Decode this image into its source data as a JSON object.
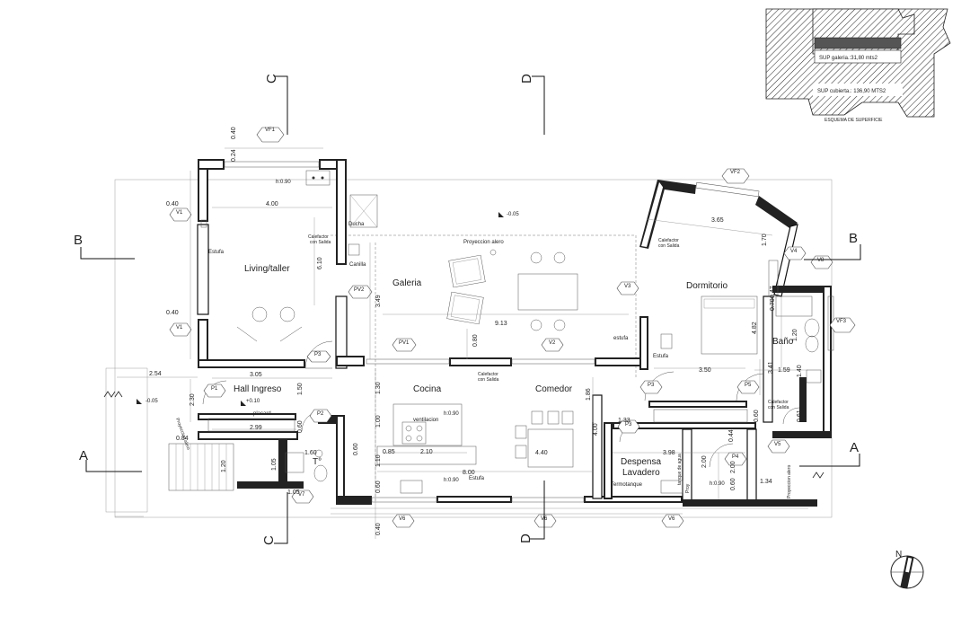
{
  "rooms": {
    "living": "Living/taller",
    "hall": "Hall Ingreso",
    "galeria": "Galeria",
    "cocina": "Cocina",
    "comedor": "Comedor",
    "dormitorio": "Dormitorio",
    "bano": "Baño",
    "despensa": "Despensa",
    "lavadero": "Lavadero"
  },
  "labels": {
    "estufa": "Estufa",
    "estufa_lc": "estufa",
    "ducha": "Ducha",
    "canilla": "Canilla",
    "calefactor": "Calefactor",
    "con_salida": "con Salida",
    "proyeccion_alero": "Proyeccion alero",
    "placard": "placard",
    "ventilacion": "ventilacion",
    "termotanque": "Termotanque",
    "tanque_agua": "tanque de agua",
    "proy": "Proy",
    "proyeccion_alero_v": "Proyeccion alero",
    "proyeccion_alero_v2": "Proyeccion alero",
    "t_degree": "T°",
    "h090_a": "h:0.90",
    "h090_b": "h:0.90",
    "h090_c": "h:0.90",
    "h090_d": "h:0.90",
    "level_a": "+0.10",
    "level_b": "-0.05",
    "level_c": "-0.05"
  },
  "sections": {
    "c_top": "C",
    "c_bottom": "C",
    "d_top": "D",
    "d_bottom": "D",
    "b_left": "B",
    "b_right": "B",
    "a_left": "A",
    "a_right": "A"
  },
  "openings": {
    "vf1": "VF1",
    "vf2": "VF2",
    "vf3": "VF3",
    "v1a": "V1",
    "v1b": "V1",
    "v2": "V2",
    "v3": "V3",
    "v4": "V4",
    "v5": "V5",
    "v6a": "V6",
    "v6b": "V6",
    "v6c": "V6",
    "v7": "V7",
    "v8": "V8",
    "pv1": "PV1",
    "pv2": "PV2",
    "p1": "P1",
    "p2": "P2",
    "p3a": "P3",
    "p3b": "P3",
    "p3c": "P3",
    "p4": "P4",
    "p5": "P5"
  },
  "dimensions": {
    "d040a": "0.40",
    "d024": "0.24",
    "d400": "4.00",
    "d040b": "0.40",
    "d610": "6.10",
    "d040c": "0.40",
    "d254": "2.54",
    "d305": "3.05",
    "d230": "2.30",
    "d150": "1.50",
    "d084": "0.84",
    "d299": "2.99",
    "d060a": "0.60",
    "d120": "1.20",
    "d105a": "1.05",
    "d160": "1.60",
    "d105b": "1.05",
    "d349": "3.49",
    "d913": "9.13",
    "d080": "0.80",
    "d130": "1.30",
    "d100": "1.00",
    "d060b": "0.60",
    "d085": "0.85",
    "d110": "1.10",
    "d210": "2.10",
    "d060c": "0.60",
    "d800": "8.00",
    "d440": "4.40",
    "d040d": "0.40",
    "d186": "1.86",
    "d400b": "4.00",
    "d133": "1.33",
    "d398": "3.98",
    "d200a": "2.00",
    "d200b": "2.00",
    "d060d": "0.60",
    "d134": "1.34",
    "d365": "3.65",
    "d170": "1.70",
    "d047": "0.47",
    "d070": "0.70",
    "d482": "4.82",
    "d120b": "1.20",
    "d350": "3.50",
    "d341": "3.41",
    "d159": "1.59",
    "d140": "1.40",
    "d061": "0.61",
    "d060e": "0.60",
    "d044": "0.44"
  },
  "esquema": {
    "sup_galeria": "SUP galeria.:31,80 mts2",
    "sup_cubierta": "SUP cubierta.: 136,90 MTS2",
    "title": "ESQUEMA DE SUPERFICIE"
  },
  "north": "N"
}
